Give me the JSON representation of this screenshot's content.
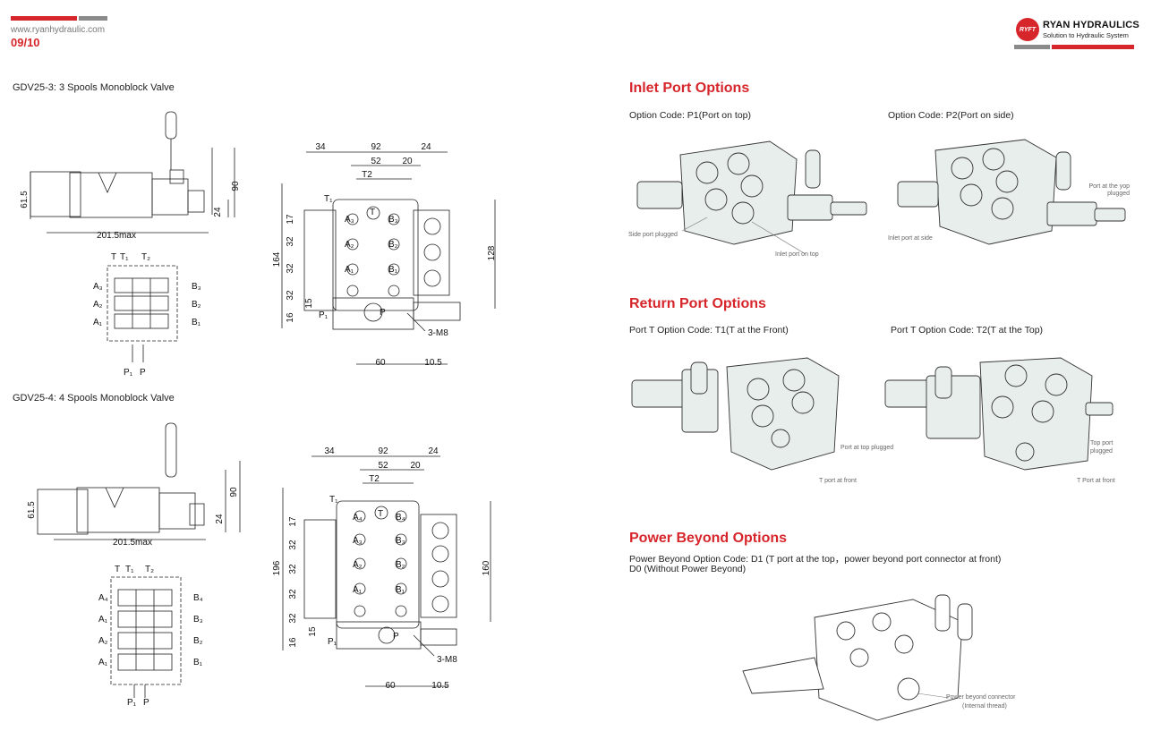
{
  "header": {
    "website": "www.ryanhydraulic.com",
    "page_number": "09/10",
    "brand_logo_text": "RYFT",
    "brand_name": "RYAN HYDRAULICS",
    "brand_tagline": "Solution to Hydraulic System",
    "accent_color": "#d7262b",
    "secondary_color": "#8a8a8a"
  },
  "left": {
    "valve3": {
      "title": "GDV25-3: 3 Spools Monoblock Valve",
      "side": {
        "len": "201.5max",
        "h": "61.5",
        "tall": "90",
        "small": "24"
      },
      "schematic": {
        "top": [
          "T",
          "T₁",
          "T₂"
        ],
        "left": [
          "A₃",
          "A₂",
          "A₁"
        ],
        "right": [
          "B₃",
          "B₂",
          "B₁"
        ],
        "bottom": [
          "P₁",
          "P"
        ]
      },
      "front": {
        "top": [
          "34",
          "92",
          "24"
        ],
        "sub": [
          "52",
          "20"
        ],
        "t2": "T2",
        "t1": "T₁",
        "ports_a": [
          "A₃",
          "A₂",
          "A₁"
        ],
        "ports_b": [
          "B₃",
          "B₂",
          "B₁"
        ],
        "t": "T",
        "p": "P",
        "p1": "P₁",
        "left": [
          "17",
          "32",
          "32",
          "32",
          "15",
          "16"
        ],
        "total": "164",
        "right": "128",
        "thread": "3-M8",
        "bottom": [
          "60",
          "10.5"
        ]
      }
    },
    "valve4": {
      "title": "GDV25-4: 4 Spools Monoblock Valve",
      "side": {
        "len": "201.5max",
        "h": "61.5",
        "tall": "90",
        "small": "24"
      },
      "schematic": {
        "top": [
          "T",
          "T₁",
          "T₂"
        ],
        "left": [
          "A₄",
          "A₁",
          "A₂",
          "A₁"
        ],
        "right": [
          "B₄",
          "B₃",
          "B₂",
          "B₁"
        ],
        "bottom": [
          "P₁",
          "P"
        ]
      },
      "front": {
        "top": [
          "34",
          "92",
          "24"
        ],
        "sub": [
          "52",
          "20"
        ],
        "t2": "T2",
        "t1": "T₁",
        "ports_a": [
          "A₄",
          "A₃",
          "A₂",
          "A₁"
        ],
        "ports_b": [
          "B₄",
          "B₃",
          "B₂",
          "B₁"
        ],
        "t": "T",
        "p": "P",
        "p1": "P₁",
        "left": [
          "17",
          "32",
          "32",
          "32",
          "32",
          "15",
          "16"
        ],
        "total": "196",
        "right": "160",
        "thread": "3-M8",
        "bottom": [
          "60",
          "10.5"
        ]
      }
    }
  },
  "right": {
    "inlet": {
      "title": "Inlet Port Options",
      "opt1": "Option Code: P1(Port on top)",
      "opt2": "Option Code: P2(Port on side)",
      "c_side_plugged": "Side port plugged",
      "c_inlet_top": "Inlet port on top",
      "c_top_plugged": "Port at the yop plugged",
      "c_inlet_side": "Inlet port at side"
    },
    "return": {
      "title": "Return Port Options",
      "opt1": "Port T Option Code: T1(T at the Front)",
      "opt2": "Port T Option Code: T2(T at the Top)",
      "c_top_plugged": "Port at top plugged",
      "c_t_front": "T port at front",
      "c_top_plugged2": "Top port plugged",
      "c_t_front2": "T Port at front"
    },
    "power": {
      "title": "Power Beyond Options",
      "line1": "Power Beyond Option Code: D1 (T port at the top，power beyond port connector at front)",
      "line2": "D0 (Without Power Beyond)",
      "c_connector": "Power beyond connector",
      "c_thread": "(Internal thread)"
    }
  }
}
